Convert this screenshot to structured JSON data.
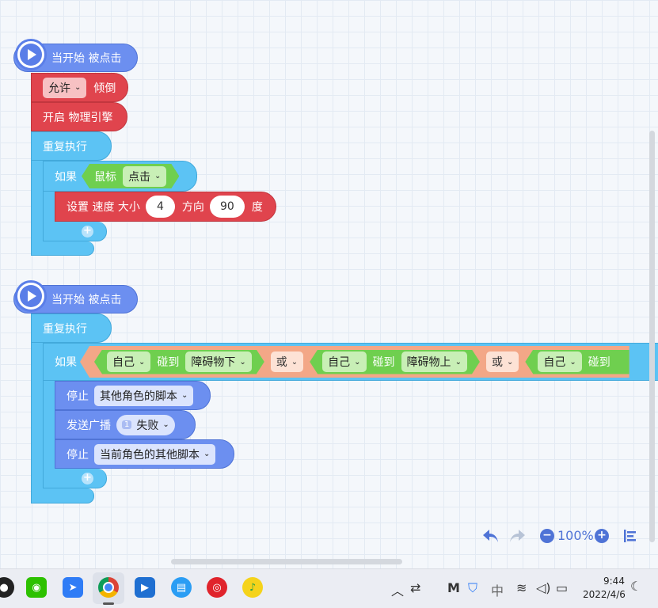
{
  "script1": {
    "hat_label": "当开始 被点击",
    "allow_dropdown": "允许",
    "tilt_label": "倾倒",
    "physics_label": "开启 物理引擎",
    "repeat_label": "重复执行",
    "if_label": "如果",
    "mouse_label": "鼠标",
    "click_dropdown": "点击",
    "set_speed_label": "设置 速度 大小",
    "speed_value": "4",
    "direction_label": "方向",
    "direction_value": "90",
    "degree_label": "度"
  },
  "script2": {
    "hat_label": "当开始 被点击",
    "repeat_label": "重复执行",
    "if_label": "如果",
    "self1": "自己",
    "touch1": "碰到",
    "target1": "障碍物下",
    "or1": "或",
    "self2": "自己",
    "touch2": "碰到",
    "target2": "障碍物上",
    "or2": "或",
    "self3": "自己",
    "touch3": "碰到",
    "stop1_label": "停止",
    "stop1_dropdown": "其他角色的脚本",
    "broadcast_label": "发送广播",
    "broadcast_badge": "1",
    "broadcast_dropdown": "失败",
    "stop2_label": "停止",
    "stop2_dropdown": "当前角色的其他脚本"
  },
  "toolbar": {
    "zoom": "100%",
    "undo_icon": "undo-icon",
    "redo_icon": "redo-icon",
    "zoom_out_icon": "zoom-out-icon",
    "zoom_in_icon": "zoom-in-icon",
    "align_icon": "align-icon"
  },
  "taskbar": {
    "time": "9:44",
    "date": "2022/4/6",
    "ime": "中",
    "apps": [
      "qq-icon",
      "wechat-icon",
      "feishu-icon",
      "chrome-icon",
      "media-player-icon",
      "reader-icon",
      "netease-music-icon",
      "qq-music-icon"
    ]
  },
  "colors": {
    "event": "#6c8ff0",
    "control": "#5cc3f4",
    "motion": "#e0444d",
    "sensing": "#6fcf4f",
    "operator": "#f3a787"
  }
}
